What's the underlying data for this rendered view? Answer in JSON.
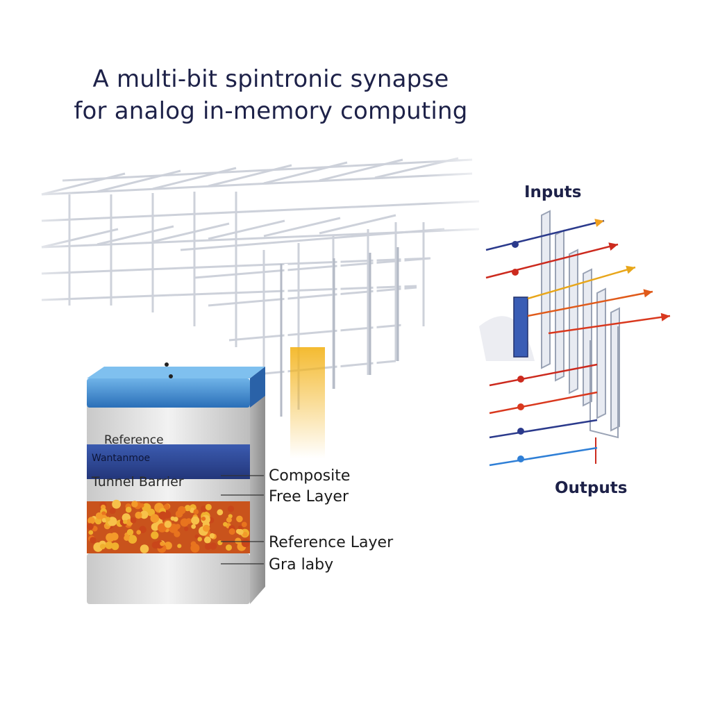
{
  "title": {
    "line1": "A multi-bit spintronic synapse",
    "line2": "for analog in-memory computing"
  },
  "crossbar": {
    "inputs_label": "Inputs",
    "outputs_label": "Outputs",
    "input_colors": [
      "#2b3a8c",
      "#cc2a1e",
      "#e8a61a",
      "#e05a1a",
      "#d9381e"
    ],
    "output_colors": [
      "#cc2a1e",
      "#d9381e",
      "#2b3a8c",
      "#2f7fd6"
    ]
  },
  "stack": {
    "layers_inside": {
      "reference": "Reference",
      "blue_band": "Wantanmoe",
      "tunnel_barrier": "Tunnel Barrier"
    },
    "callouts": [
      "Composite",
      "Free Layer",
      "Reference Layer",
      "Gra laby"
    ],
    "colors": {
      "cap": "#3b86c8",
      "band": "#2f4794",
      "grain": "#e8741e",
      "metal": "#d6d6d6"
    }
  }
}
